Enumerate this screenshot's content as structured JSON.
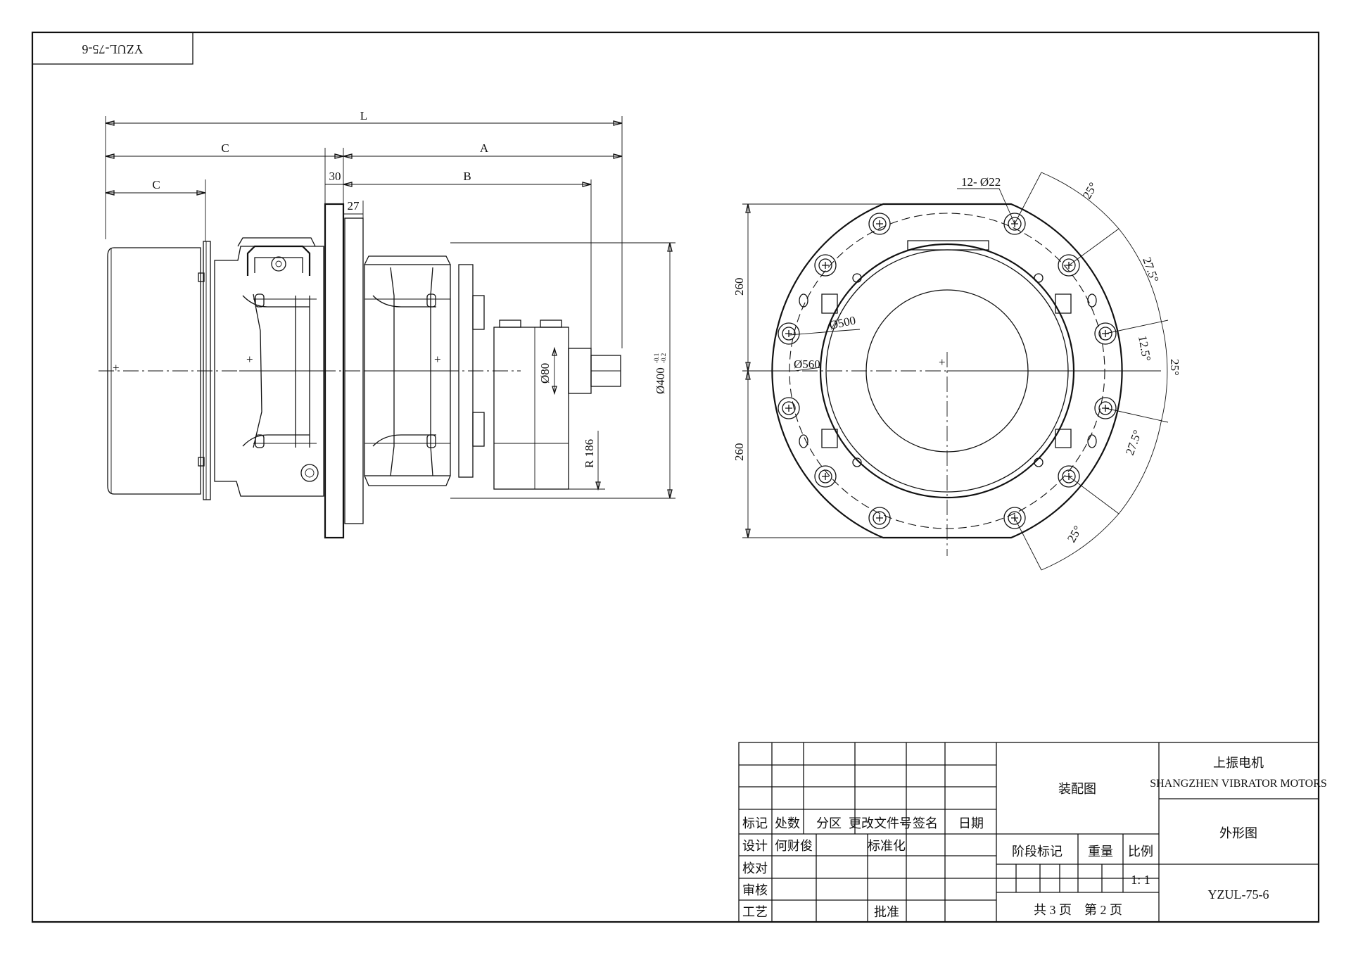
{
  "drawing": {
    "corner_code": "YZUL-75-6",
    "side_view": {
      "dims": {
        "L": "L",
        "C_upper": "C",
        "A": "A",
        "C_lower": "C",
        "d30": "30",
        "B": "B",
        "d27": "27",
        "phi400": "Ø400",
        "phi400_tol_upper": "-0.1",
        "phi400_tol_lower": "-0.2",
        "phi80": "Ø80",
        "r186": "R 186"
      }
    },
    "front_view": {
      "dims": {
        "holes": "12- Ø22",
        "h260_top": "260",
        "h260_bottom": "260",
        "phi500": "Ø500",
        "phi560": "Ø560",
        "a25_1": "25°",
        "a275_1": "27.5°",
        "a125": "12.5°",
        "a25_right": "25°",
        "a275_2": "27.5°",
        "a25_2": "25°"
      }
    }
  },
  "title_block": {
    "rev_headers": [
      "标记",
      "处数",
      "分区",
      "更改文件号",
      "签名",
      "日期"
    ],
    "roles": [
      "设计",
      "校对",
      "审核",
      "工艺"
    ],
    "designer": "何财俊",
    "standardization": "标准化",
    "approval": "批准",
    "drawing_type": "装配图",
    "stage_mark": "阶段标记",
    "weight": "重量",
    "scale_label": "比例",
    "scale": "1: 1",
    "sheets": "共 3 页",
    "sheet_no": "第 2 页",
    "company_cn": "上振电机",
    "company_en": "SHANGZHEN VIBRATOR MOTORS",
    "drawing_name": "外形图",
    "drawing_number": "YZUL-75-6"
  }
}
